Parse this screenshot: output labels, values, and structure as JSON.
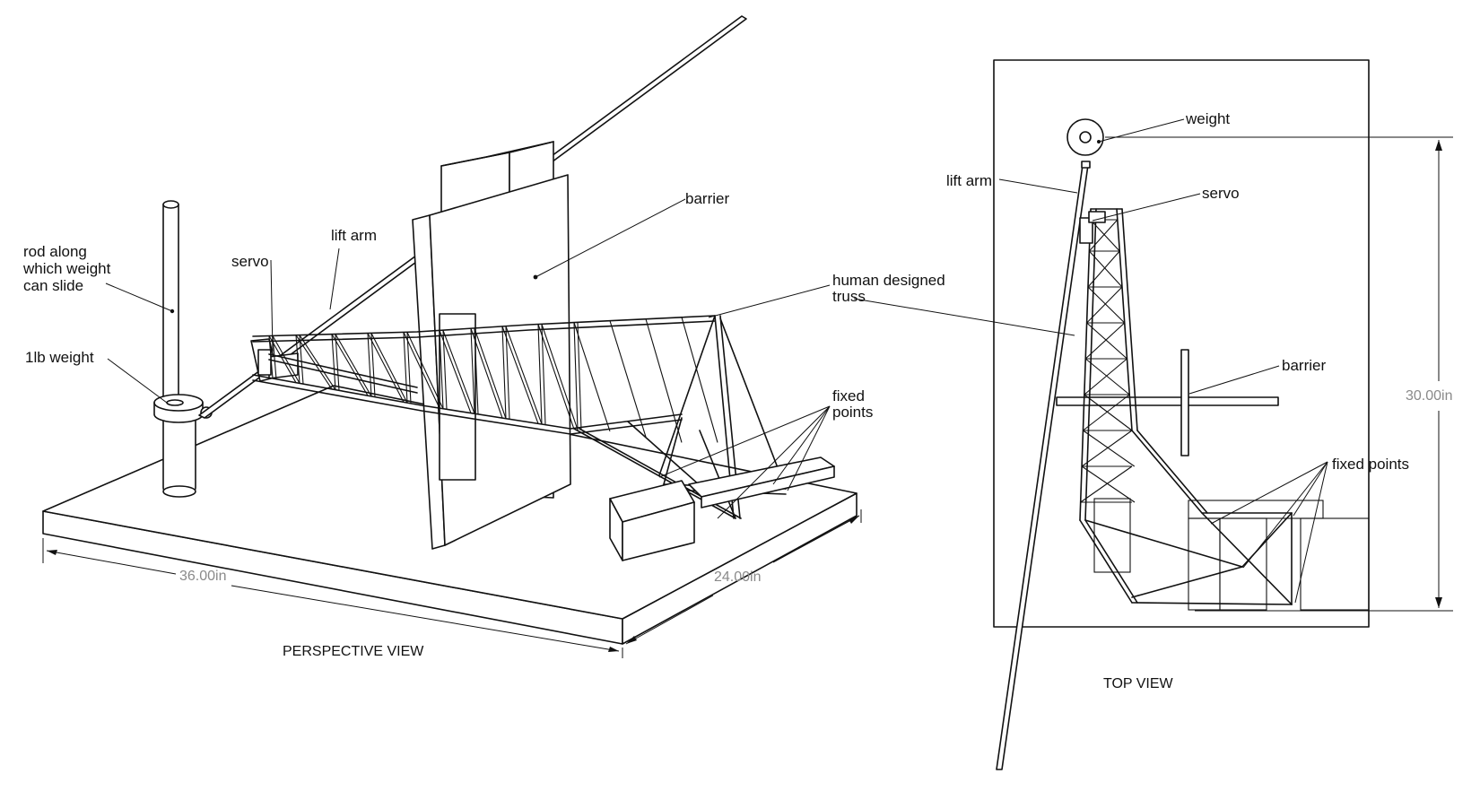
{
  "perspective_view": {
    "caption": "PERSPECTIVE VIEW",
    "labels": {
      "rod": [
        "rod along",
        "which weight",
        "can slide"
      ],
      "weight": "1lb weight",
      "servo": "servo",
      "lift_arm": "lift arm",
      "barrier": "barrier",
      "truss": [
        "human designed",
        "truss"
      ],
      "fixed_points": [
        "fixed",
        "points"
      ]
    },
    "dimensions": {
      "length": "36.00in",
      "width": "24.00in"
    }
  },
  "top_view": {
    "caption": "TOP VIEW",
    "labels": {
      "weight": "weight",
      "lift_arm": "lift arm",
      "servo": "servo",
      "barrier": "barrier",
      "fixed_points": "fixed points"
    },
    "dimensions": {
      "height": "30.00in"
    }
  }
}
